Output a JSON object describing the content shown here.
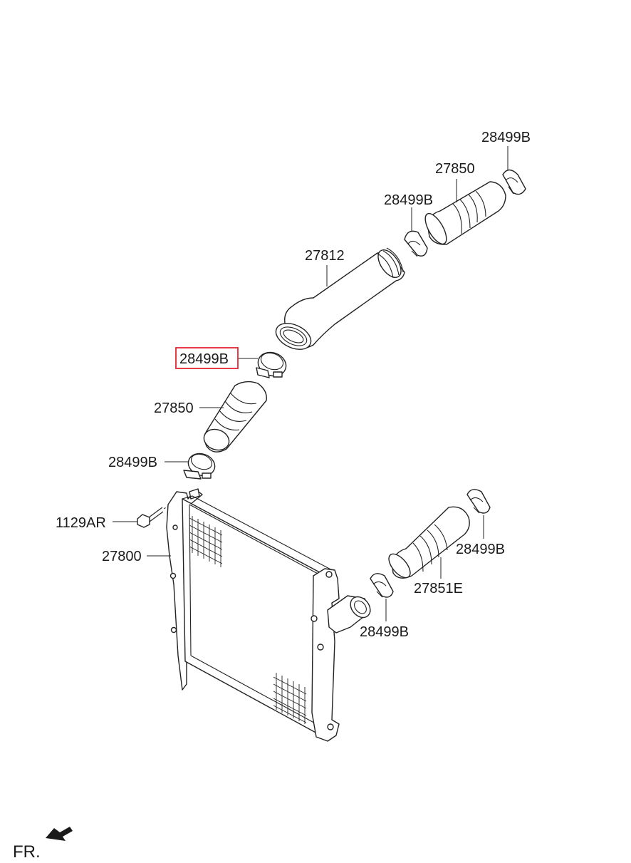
{
  "labels": {
    "clamp_top_right": "28499B",
    "hose_top": "27850",
    "clamp_upper_mid": "28499B",
    "pipe": "27812",
    "clamp_highlighted": "28499B",
    "hose_middle": "27850",
    "clamp_lower_left": "28499B",
    "bolt": "1129AR",
    "intercooler": "27800",
    "clamp_right_upper": "28499B",
    "hose_lower": "27851E",
    "clamp_right_lower": "28499B"
  },
  "front_indicator": "FR.",
  "highlight_color": "#e3262f"
}
